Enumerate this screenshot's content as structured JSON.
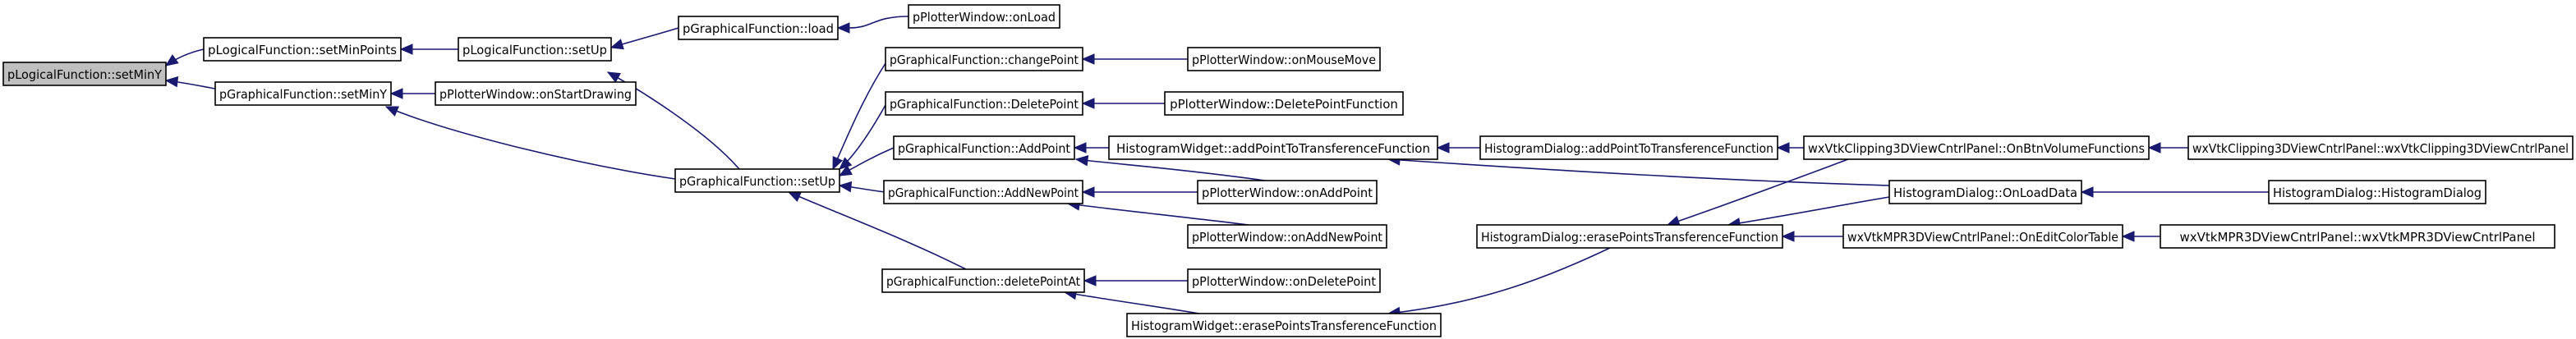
{
  "diagram": {
    "nodes": [
      {
        "id": "root",
        "label": "pLogicalFunction::setMinY",
        "root": true
      },
      {
        "id": "lf_setMinPoints",
        "label": "pLogicalFunction::setMinPoints"
      },
      {
        "id": "gf_setMinY",
        "label": "pGraphicalFunction::setMinY"
      },
      {
        "id": "lf_setUp",
        "label": "pLogicalFunction::setUp"
      },
      {
        "id": "pw_onStartDrawing",
        "label": "pPlotterWindow::onStartDrawing"
      },
      {
        "id": "gf_setUp",
        "label": "pGraphicalFunction::setUp"
      },
      {
        "id": "gf_load",
        "label": "pGraphicalFunction::load"
      },
      {
        "id": "pw_onLoad",
        "label": "pPlotterWindow::onLoad"
      },
      {
        "id": "gf_changePoint",
        "label": "pGraphicalFunction::changePoint"
      },
      {
        "id": "pw_onMouseMove",
        "label": "pPlotterWindow::onMouseMove"
      },
      {
        "id": "gf_DeletePoint",
        "label": "pGraphicalFunction::DeletePoint"
      },
      {
        "id": "pw_DeletePointFunction",
        "label": "pPlotterWindow::DeletePointFunction"
      },
      {
        "id": "gf_AddPoint",
        "label": "pGraphicalFunction::AddPoint"
      },
      {
        "id": "hw_addPointToTransferenceFunction",
        "label": "HistogramWidget::addPointToTransferenceFunction"
      },
      {
        "id": "hd_addPointToTransferenceFunction",
        "label": "HistogramDialog::addPointToTransferenceFunction"
      },
      {
        "id": "wxc_OnBtnVolumeFunctions",
        "label": "wxVtkClipping3DViewCntrlPanel::OnBtnVolumeFunctions"
      },
      {
        "id": "wxc_ctor",
        "label": "wxVtkClipping3DViewCntrlPanel::wxVtkClipping3DViewCntrlPanel"
      },
      {
        "id": "pw_onAddPoint",
        "label": "pPlotterWindow::onAddPoint"
      },
      {
        "id": "gf_AddNewPoint",
        "label": "pGraphicalFunction::AddNewPoint"
      },
      {
        "id": "hd_OnLoadData",
        "label": "HistogramDialog::OnLoadData"
      },
      {
        "id": "hd_ctor",
        "label": "HistogramDialog::HistogramDialog"
      },
      {
        "id": "pw_onAddNewPoint",
        "label": "pPlotterWindow::onAddNewPoint"
      },
      {
        "id": "hd_erasePointsTransferenceFunction",
        "label": "HistogramDialog::erasePointsTransferenceFunction"
      },
      {
        "id": "wxm_OnEditColorTable",
        "label": "wxVtkMPR3DViewCntrlPanel::OnEditColorTable"
      },
      {
        "id": "wxm_ctor",
        "label": "wxVtkMPR3DViewCntrlPanel::wxVtkMPR3DViewCntrlPanel"
      },
      {
        "id": "gf_deletePointAt",
        "label": "pGraphicalFunction::deletePointAt"
      },
      {
        "id": "pw_onDeletePoint",
        "label": "pPlotterWindow::onDeletePoint"
      },
      {
        "id": "hw_erasePointsTransferenceFunction",
        "label": "HistogramWidget::erasePointsTransferenceFunction"
      }
    ],
    "edges": [
      {
        "from": "lf_setMinPoints",
        "to": "root"
      },
      {
        "from": "gf_setMinY",
        "to": "root"
      },
      {
        "from": "lf_setUp",
        "to": "lf_setMinPoints"
      },
      {
        "from": "pw_onStartDrawing",
        "to": "gf_setMinY"
      },
      {
        "from": "gf_setUp",
        "to": "gf_setMinY"
      },
      {
        "from": "gf_load",
        "to": "lf_setUp"
      },
      {
        "from": "gf_setUp",
        "to": "lf_setUp"
      },
      {
        "from": "pw_onLoad",
        "to": "gf_load"
      },
      {
        "from": "gf_changePoint",
        "to": "gf_setUp"
      },
      {
        "from": "gf_DeletePoint",
        "to": "gf_setUp"
      },
      {
        "from": "gf_AddPoint",
        "to": "gf_setUp"
      },
      {
        "from": "gf_AddNewPoint",
        "to": "gf_setUp"
      },
      {
        "from": "gf_deletePointAt",
        "to": "gf_setUp"
      },
      {
        "from": "pw_onMouseMove",
        "to": "gf_changePoint"
      },
      {
        "from": "pw_DeletePointFunction",
        "to": "gf_DeletePoint"
      },
      {
        "from": "hw_addPointToTransferenceFunction",
        "to": "gf_AddPoint"
      },
      {
        "from": "pw_onAddPoint",
        "to": "gf_AddPoint"
      },
      {
        "from": "hd_addPointToTransferenceFunction",
        "to": "hw_addPointToTransferenceFunction"
      },
      {
        "from": "hd_OnLoadData",
        "to": "hw_addPointToTransferenceFunction"
      },
      {
        "from": "wxc_OnBtnVolumeFunctions",
        "to": "hd_addPointToTransferenceFunction"
      },
      {
        "from": "wxc_ctor",
        "to": "wxc_OnBtnVolumeFunctions"
      },
      {
        "from": "pw_onAddPoint",
        "to": "gf_AddNewPoint"
      },
      {
        "from": "pw_onAddNewPoint",
        "to": "gf_AddNewPoint"
      },
      {
        "from": "hd_ctor",
        "to": "hd_OnLoadData"
      },
      {
        "from": "hd_OnLoadData",
        "to": "hd_erasePointsTransferenceFunction"
      },
      {
        "from": "wxc_OnBtnVolumeFunctions",
        "to": "hd_erasePointsTransferenceFunction"
      },
      {
        "from": "wxm_OnEditColorTable",
        "to": "hd_erasePointsTransferenceFunction"
      },
      {
        "from": "wxm_ctor",
        "to": "wxm_OnEditColorTable"
      },
      {
        "from": "hd_erasePointsTransferenceFunction",
        "to": "hw_erasePointsTransferenceFunction"
      },
      {
        "from": "pw_onDeletePoint",
        "to": "gf_deletePointAt"
      },
      {
        "from": "hw_erasePointsTransferenceFunction",
        "to": "gf_deletePointAt"
      }
    ],
    "colors": {
      "edge": "#191970",
      "node_border": "#000000",
      "root_fill": "#bfbfbf",
      "node_fill": "#ffffff"
    }
  }
}
